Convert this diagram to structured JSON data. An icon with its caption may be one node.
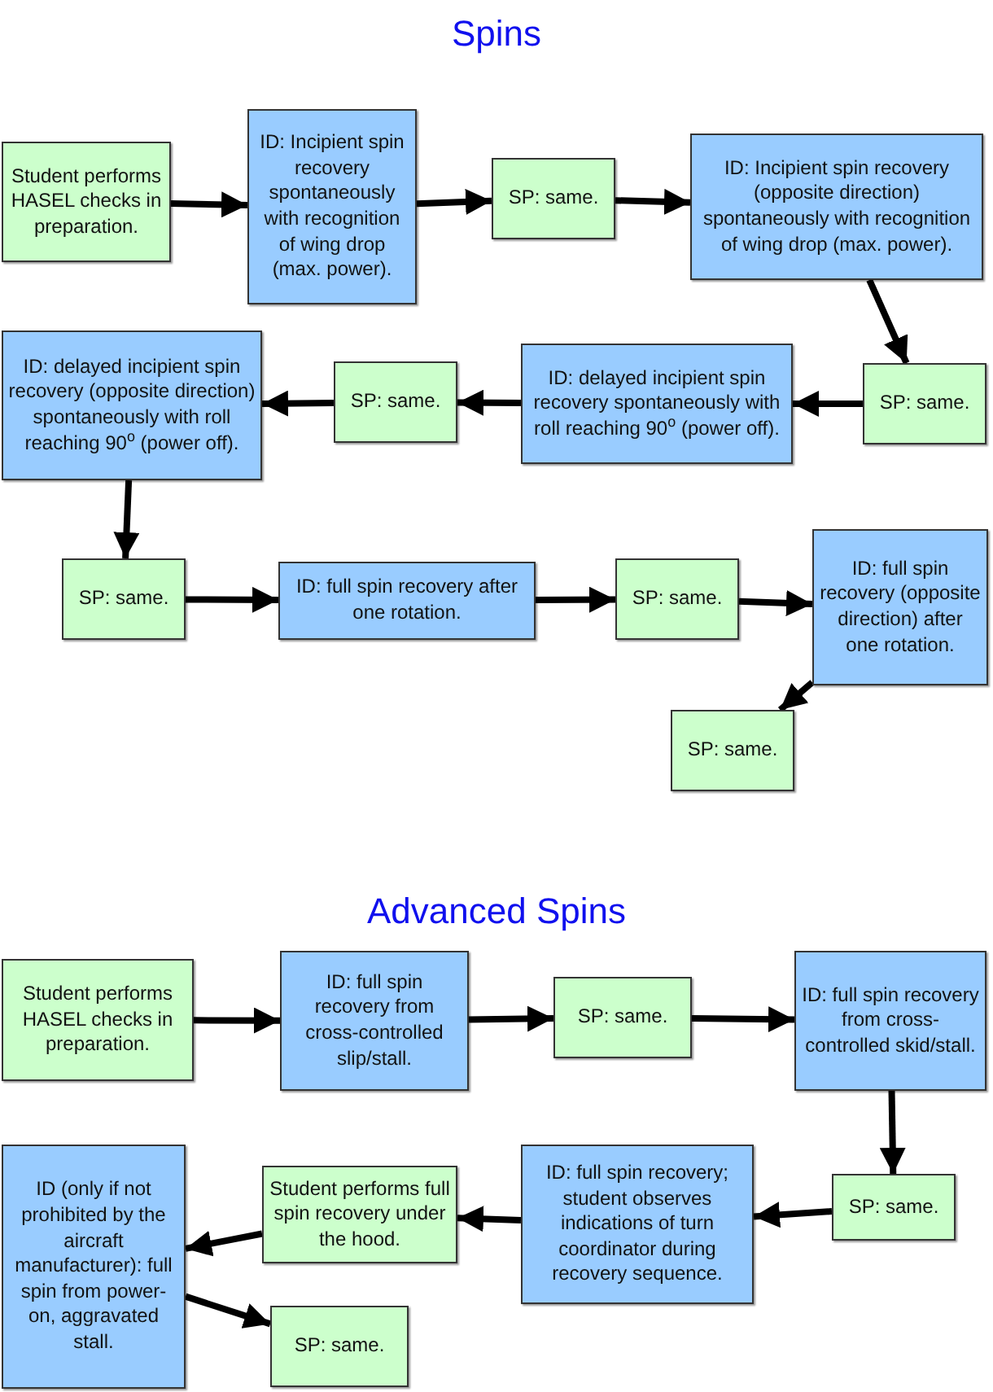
{
  "diagram": {
    "title": "Spins",
    "nodes": [
      {
        "text": [
          "Student performs HASEL checks in preparation."
        ]
      },
      {
        "text": [
          "ID: Incipient spin recovery spontaneously with recognition of wing drop (max. power)."
        ]
      },
      {
        "text": [
          "SP: same."
        ]
      },
      {
        "text": [
          "ID: Incipient spin recovery (opposite direction) spontaneously with recognition of wing drop (max. power)."
        ]
      },
      {
        "text": [
          "SP: same."
        ]
      },
      {
        "text": [
          "ID: delayed incipient spin recovery spontaneously with roll reaching 90$^{o}$ (power off)."
        ]
      },
      {
        "text": [
          "SP: same."
        ]
      },
      {
        "text": [
          "ID: delayed incipient spin recovery (opposite direction) spontaneously with roll reaching 90$^{o}$ (power off)."
        ]
      },
      {
        "text": [
          "SP: same."
        ]
      },
      {
        "text": [
          "ID: full spin recovery after one rotation."
        ]
      },
      {
        "text": [
          "SP: same."
        ]
      },
      {
        "text": [
          "ID: full spin recovery (opposite direction) after one rotation."
        ]
      },
      {
        "text": [
          "SP: same."
        ]
      },
      {
        "text": [
          "Student performs HASEL checks in preparation."
        ]
      },
      {
        "text": [
          "ID: full spin recovery from cross-controlled slip/stall."
        ]
      },
      {
        "text": [
          "SP: same."
        ]
      },
      {
        "text": [
          "ID: full spin recovery from cross-controlled skid/stall."
        ]
      },
      {
        "text": [
          "SP: same."
        ]
      },
      {
        "text": [
          "ID: full spin recovery; student observes indications of turn coordinator during recovery sequence."
        ]
      },
      {
        "text": [
          "Student performs full spin recovery under the hood."
        ]
      },
      {
        "text": [
          "ID (only if not prohibited by the aircraft manufacturer): full spin from power-on, aggravated stall."
        ]
      },
      {
        "text": [
          "SP: same."
        ]
      }
    ],
    "edges": [
      {
        "from": 0,
        "to": 1,
        "arrow": "to"
      },
      {
        "from": 1,
        "to": 2,
        "arrow": "to"
      },
      {
        "from": 2,
        "to": 3,
        "arrow": "to"
      },
      {
        "from": 3,
        "to": 4,
        "arrow": "to"
      },
      {
        "from": 4,
        "to": 5,
        "arrow": "to"
      },
      {
        "from": 5,
        "to": 6,
        "arrow": "to"
      },
      {
        "from": 6,
        "to": 7,
        "arrow": "to"
      },
      {
        "from": 7,
        "to": 8,
        "arrow": "to"
      },
      {
        "from": 8,
        "to": 9,
        "arrow": "to"
      },
      {
        "from": 9,
        "to": 10,
        "arrow": "to"
      },
      {
        "from": 10,
        "to": 11,
        "arrow": "to"
      },
      {
        "from": 11,
        "to": 12,
        "arrow": "to"
      },
      {
        "from": 13,
        "to": 14,
        "arrow": "to"
      },
      {
        "from": 14,
        "to": 15,
        "arrow": "to"
      },
      {
        "from": 15,
        "to": 16,
        "arrow": "to"
      },
      {
        "from": 16,
        "to": 17,
        "arrow": "to"
      },
      {
        "from": 17,
        "to": 18,
        "arrow": "to"
      },
      {
        "from": 18,
        "to": 19,
        "arrow": "to"
      },
      {
        "from": 19,
        "to": 20,
        "arrow": "to"
      },
      {
        "from": 20,
        "to": 21,
        "arrow": "to"
      }
    ],
    "labels": [
      "Advanced Spins"
    ]
  }
}
